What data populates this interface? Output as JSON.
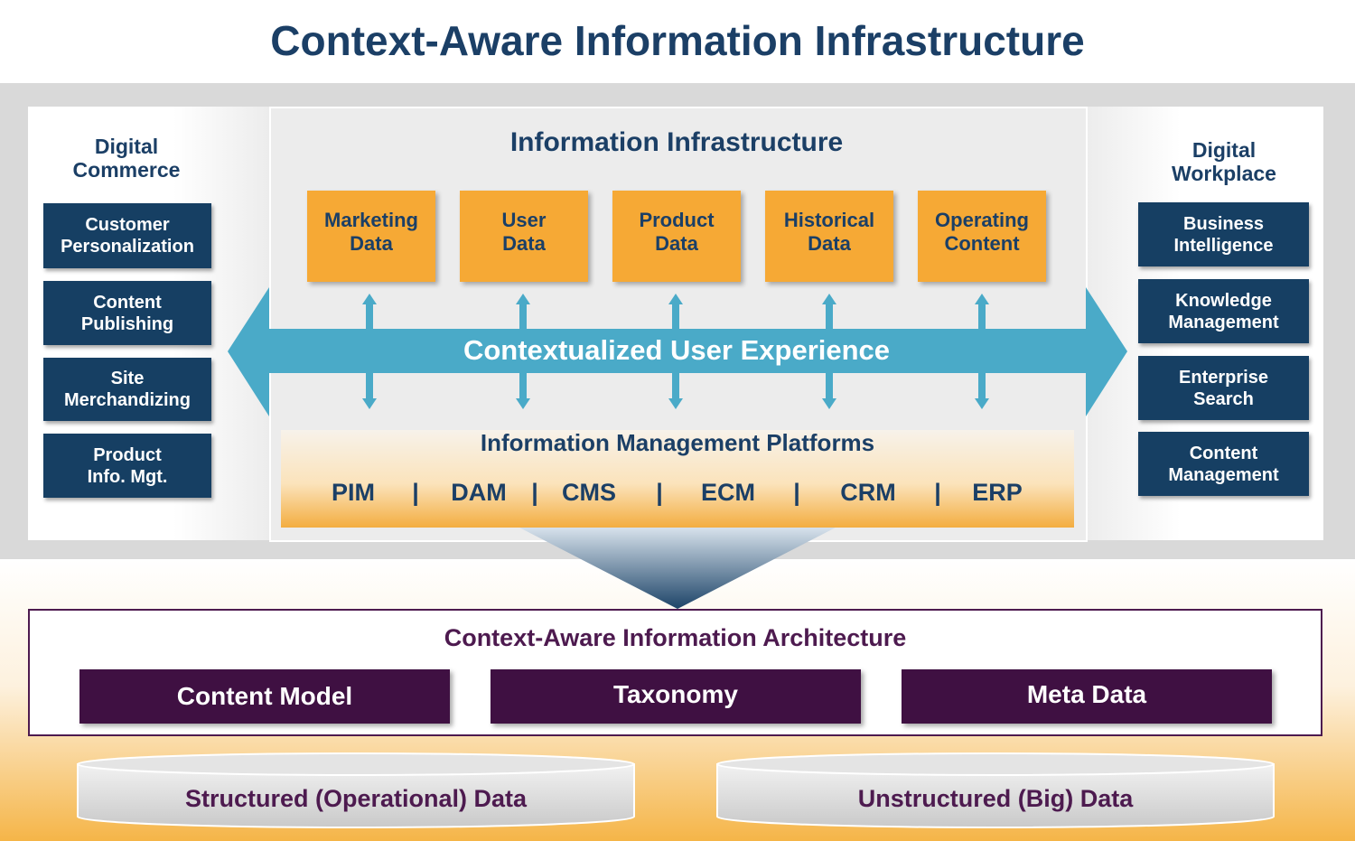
{
  "title": "Context-Aware Information Infrastructure",
  "digital_commerce": {
    "heading_line1": "Digital",
    "heading_line2": "Commerce",
    "items": [
      {
        "line1": "Customer",
        "line2": "Personalization"
      },
      {
        "line1": "Content",
        "line2": "Publishing"
      },
      {
        "line1": "Site",
        "line2": "Merchandizing"
      },
      {
        "line1": "Product",
        "line2": "Info. Mgt."
      }
    ]
  },
  "digital_workplace": {
    "heading_line1": "Digital",
    "heading_line2": "Workplace",
    "items": [
      {
        "line1": "Business",
        "line2": "Intelligence"
      },
      {
        "line1": "Knowledge",
        "line2": "Management"
      },
      {
        "line1": "Enterprise",
        "line2": "Search"
      },
      {
        "line1": "Content",
        "line2": "Management"
      }
    ]
  },
  "information_infrastructure": {
    "heading": "Information  Infrastructure",
    "data_sources": [
      {
        "line1": "Marketing",
        "line2": "Data"
      },
      {
        "line1": "User",
        "line2": "Data"
      },
      {
        "line1": "Product",
        "line2": "Data"
      },
      {
        "line1": "Historical",
        "line2": "Data"
      },
      {
        "line1": "Operating",
        "line2": "Content"
      }
    ]
  },
  "experience_arrow": {
    "label": "Contextualized  User  Experience",
    "color": "#4aaac8"
  },
  "management_platforms": {
    "heading": "Information Management Platforms",
    "items": [
      "PIM",
      "|",
      "DAM",
      "|",
      "CMS",
      "|",
      "ECM",
      "|",
      "CRM",
      "|",
      "ERP"
    ]
  },
  "architecture": {
    "heading": "Context-Aware  Information Architecture",
    "components": [
      "Content Model",
      "Taxonomy",
      "Meta Data"
    ]
  },
  "data_stores": [
    "Structured (Operational) Data",
    "Unstructured (Big) Data"
  ],
  "colors": {
    "navy": "#163f63",
    "orange": "#f6a935",
    "purple": "#3f1042",
    "title_blue": "#1b3f66"
  }
}
